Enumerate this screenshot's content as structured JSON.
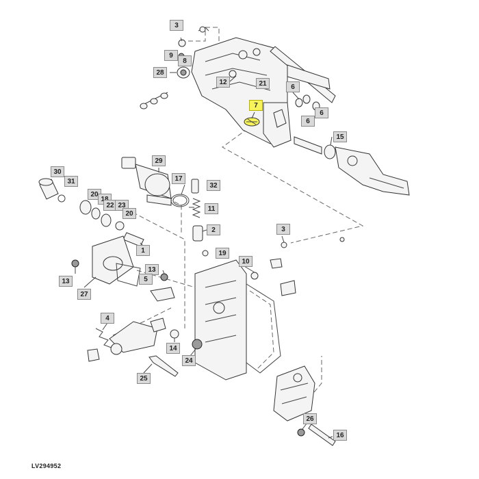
{
  "drawing_id": "LV294952",
  "highlight_color": "#f7f35a",
  "callouts": [
    {
      "id": "c3a",
      "label": "3",
      "highlighted": false
    },
    {
      "id": "c9",
      "label": "9",
      "highlighted": false
    },
    {
      "id": "c8",
      "label": "8",
      "highlighted": false
    },
    {
      "id": "c28",
      "label": "28",
      "highlighted": false
    },
    {
      "id": "c12",
      "label": "12",
      "highlighted": false
    },
    {
      "id": "c21",
      "label": "21",
      "highlighted": false
    },
    {
      "id": "c6a",
      "label": "6",
      "highlighted": false
    },
    {
      "id": "c6b",
      "label": "6",
      "highlighted": false
    },
    {
      "id": "c6c",
      "label": "6",
      "highlighted": false
    },
    {
      "id": "c7",
      "label": "7",
      "highlighted": true
    },
    {
      "id": "c15",
      "label": "15",
      "highlighted": false
    },
    {
      "id": "c29",
      "label": "29",
      "highlighted": false
    },
    {
      "id": "c17",
      "label": "17",
      "highlighted": false
    },
    {
      "id": "c32",
      "label": "32",
      "highlighted": false
    },
    {
      "id": "c30",
      "label": "30",
      "highlighted": false
    },
    {
      "id": "c31",
      "label": "31",
      "highlighted": false
    },
    {
      "id": "c20a",
      "label": "20",
      "highlighted": false
    },
    {
      "id": "c18",
      "label": "18",
      "highlighted": false
    },
    {
      "id": "c22",
      "label": "22",
      "highlighted": false
    },
    {
      "id": "c23",
      "label": "23",
      "highlighted": false
    },
    {
      "id": "c20b",
      "label": "20",
      "highlighted": false
    },
    {
      "id": "c11",
      "label": "11",
      "highlighted": false
    },
    {
      "id": "c2",
      "label": "2",
      "highlighted": false
    },
    {
      "id": "c3b",
      "label": "3",
      "highlighted": false
    },
    {
      "id": "c1",
      "label": "1",
      "highlighted": false
    },
    {
      "id": "c19",
      "label": "19",
      "highlighted": false
    },
    {
      "id": "c10",
      "label": "10",
      "highlighted": false
    },
    {
      "id": "c13a",
      "label": "13",
      "highlighted": false
    },
    {
      "id": "c13b",
      "label": "13",
      "highlighted": false
    },
    {
      "id": "c27",
      "label": "27",
      "highlighted": false
    },
    {
      "id": "c5",
      "label": "5",
      "highlighted": false
    },
    {
      "id": "c4",
      "label": "4",
      "highlighted": false
    },
    {
      "id": "c14",
      "label": "14",
      "highlighted": false
    },
    {
      "id": "c24",
      "label": "24",
      "highlighted": false
    },
    {
      "id": "c25",
      "label": "25",
      "highlighted": false
    },
    {
      "id": "c26",
      "label": "26",
      "highlighted": false
    },
    {
      "id": "c16",
      "label": "16",
      "highlighted": false
    }
  ]
}
